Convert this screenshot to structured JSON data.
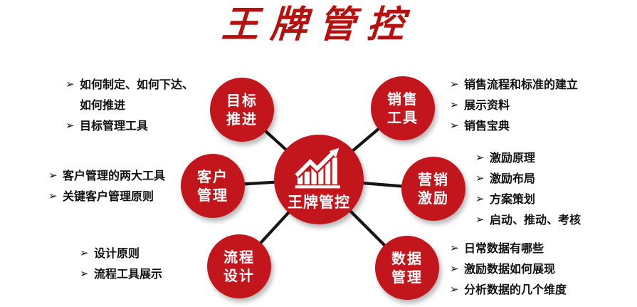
{
  "title": {
    "text": "王牌管控"
  },
  "colors": {
    "circle_red": "#c3161c",
    "title_red": "#b5120f",
    "line_black": "#141414",
    "text_black": "#111111",
    "background": "#ffffff"
  },
  "bullet": "➢",
  "center": {
    "label": "王牌管控",
    "icon": "rising-bar-chart-icon"
  },
  "nodes": [
    {
      "id": "goal-advance",
      "label_line1": "目标",
      "label_line2": "推进",
      "items": [
        "如何制定、如何下达、如何推进",
        "目标管理工具"
      ]
    },
    {
      "id": "sales-tools",
      "label_line1": "销售",
      "label_line2": "工具",
      "items": [
        "销售流程和标准的建立",
        "展示资料",
        "销售宝典"
      ]
    },
    {
      "id": "customer-management",
      "label_line1": "客户",
      "label_line2": "管理",
      "items": [
        "客户管理的两大工具",
        "关键客户管理原则"
      ]
    },
    {
      "id": "marketing-incentive",
      "label_line1": "营销",
      "label_line2": "激励",
      "items": [
        "激励原理",
        "激励布局",
        "方案策划",
        "启动、推动、考核"
      ]
    },
    {
      "id": "process-design",
      "label_line1": "流程",
      "label_line2": "设计",
      "items": [
        "设计原则",
        "流程工具展示"
      ]
    },
    {
      "id": "data-management",
      "label_line1": "数据",
      "label_line2": "管理",
      "items": [
        "日常数据有哪些",
        "激励数据如何展现",
        "分析数据的几个维度"
      ]
    }
  ]
}
